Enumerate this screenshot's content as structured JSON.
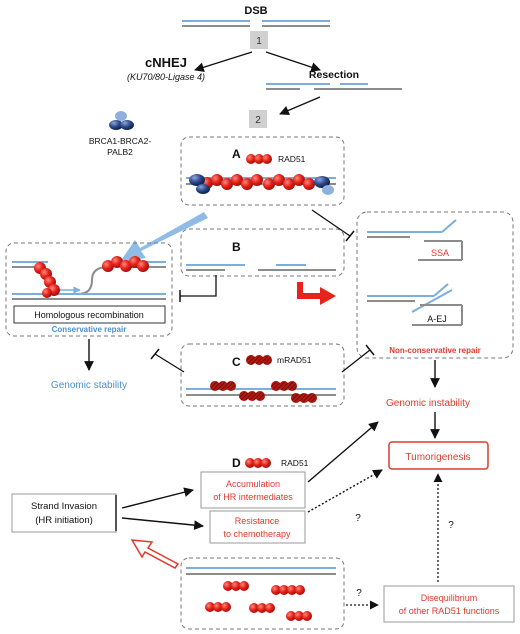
{
  "dsb": "DSB",
  "step1": "1",
  "step2": "2",
  "cnhej": {
    "title": "cNHEJ",
    "subtitle": "(KU70/80-Ligase 4)"
  },
  "resection": "Resection",
  "brca": {
    "line1": "BRCA1-BRCA2-",
    "line2": "PALB2"
  },
  "panelA": {
    "letter": "A",
    "protein": "RAD51"
  },
  "panelB": {
    "letter": "B"
  },
  "panelC": {
    "letter": "C",
    "protein": "mRAD51"
  },
  "panelD": {
    "letter": "D",
    "protein": "RAD51"
  },
  "hr": {
    "label": "Homologous recombination",
    "caption": "Conservative repair"
  },
  "ncr": {
    "ssa": "SSA",
    "aej": "A-EJ",
    "caption": "Non-conservative repair"
  },
  "genomic_stability": "Genomic stability",
  "genomic_instability": "Genomic instability",
  "tumorigenesis": "Tumorigenesis",
  "strand_invasion": {
    "line1": "Strand Invasion",
    "line2": "(HR initiation)"
  },
  "accumulation": {
    "line1": "Accumulation",
    "line2": "of HR intermediates"
  },
  "resistance": {
    "line1": "Resistance",
    "line2": "to chemotherapy"
  },
  "disequilibrium": {
    "line1": "Disequilibrium",
    "line2": "of other RAD51 functions"
  },
  "question": "?",
  "colors": {
    "dna_blue": "#7aaedc",
    "dna_gray": "#8c8c8c",
    "rad51_red": "#e8231c",
    "brca_navy": "#1f3a6e",
    "alert_red": "#e03a2e",
    "stable_blue": "#4a90d0"
  }
}
